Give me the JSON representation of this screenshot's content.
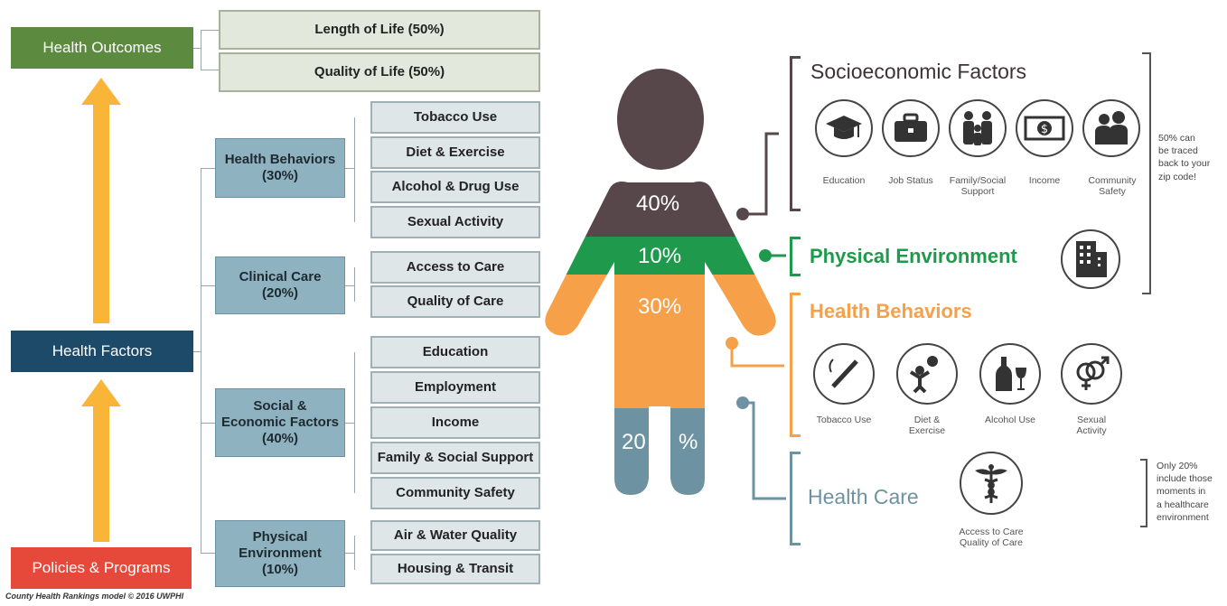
{
  "left": {
    "outcomes": {
      "label": "Health Outcomes",
      "items": [
        "Length of Life (50%)",
        "Quality of Life (50%)"
      ]
    },
    "factors_label": "Health Factors",
    "policies_label": "Policies & Programs",
    "groups": [
      {
        "label": "Health Behaviors\n(30%)",
        "items": [
          "Tobacco Use",
          "Diet & Exercise",
          "Alcohol & Drug Use",
          "Sexual Activity"
        ]
      },
      {
        "label": "Clinical Care\n(20%)",
        "items": [
          "Access to Care",
          "Quality of Care"
        ]
      },
      {
        "label": "Social &\nEconomic Factors\n(40%)",
        "items": [
          "Education",
          "Employment",
          "Income",
          "Family & Social Support",
          "Community Safety"
        ]
      },
      {
        "label": "Physical\nEnvironment\n(10%)",
        "items": [
          "Air & Water Quality",
          "Housing & Transit"
        ]
      }
    ],
    "credit": "County Health Rankings model © 2016 UWPHI"
  },
  "figure": {
    "band_labels": {
      "top": "40%",
      "green": "10%",
      "orange": "30%",
      "legs_left": "20",
      "legs_right": "%"
    },
    "colors": {
      "head": "#58474a",
      "socio": "#58474a",
      "physical": "#1f9a4c",
      "behaviors": "#f7a04a",
      "care": "#6d93a3"
    }
  },
  "right": {
    "socio": {
      "title": "Socioeconomic Factors",
      "icons": [
        {
          "icon": "graduation-cap-icon",
          "label": "Education"
        },
        {
          "icon": "briefcase-icon",
          "label": "Job Status"
        },
        {
          "icon": "family-icon",
          "label": "Family/Social\nSupport"
        },
        {
          "icon": "money-icon",
          "label": "Income"
        },
        {
          "icon": "community-icon",
          "label": "Community\nSafety"
        }
      ],
      "note": "50% can\nbe traced\nback to your\nzip code!"
    },
    "physical": {
      "title": "Physical Environment",
      "icon": "building-icon"
    },
    "behaviors": {
      "title": "Health Behaviors",
      "icons": [
        {
          "icon": "cigarette-icon",
          "label": "Tobacco Use"
        },
        {
          "icon": "diet-exercise-icon",
          "label": "Diet &\nExercise"
        },
        {
          "icon": "alcohol-icon",
          "label": "Alcohol Use"
        },
        {
          "icon": "sexual-activity-icon",
          "label": "Sexual\nActivity"
        }
      ]
    },
    "care": {
      "title": "Health Care",
      "icon": "caduceus-icon",
      "icon_label": "Access to Care\nQuality of Care",
      "note": "Only 20%\ninclude those\nmoments in\na healthcare\nenvironment"
    }
  }
}
